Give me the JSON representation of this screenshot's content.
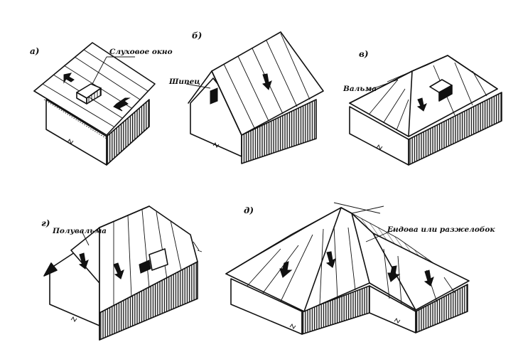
{
  "figures": [
    {
      "id": "a",
      "letter": "а)",
      "caption": "Слуховое окно"
    },
    {
      "id": "b",
      "letter": "б)",
      "caption": "Шипец"
    },
    {
      "id": "c",
      "letter": "в)",
      "caption": "Вальма"
    },
    {
      "id": "d",
      "letter": "г)",
      "caption": "Полувальма"
    },
    {
      "id": "e",
      "letter": "д)",
      "caption": "Ендова или разжелобок"
    }
  ],
  "colors": {
    "ink": "#111111",
    "paper": "#ffffff"
  }
}
